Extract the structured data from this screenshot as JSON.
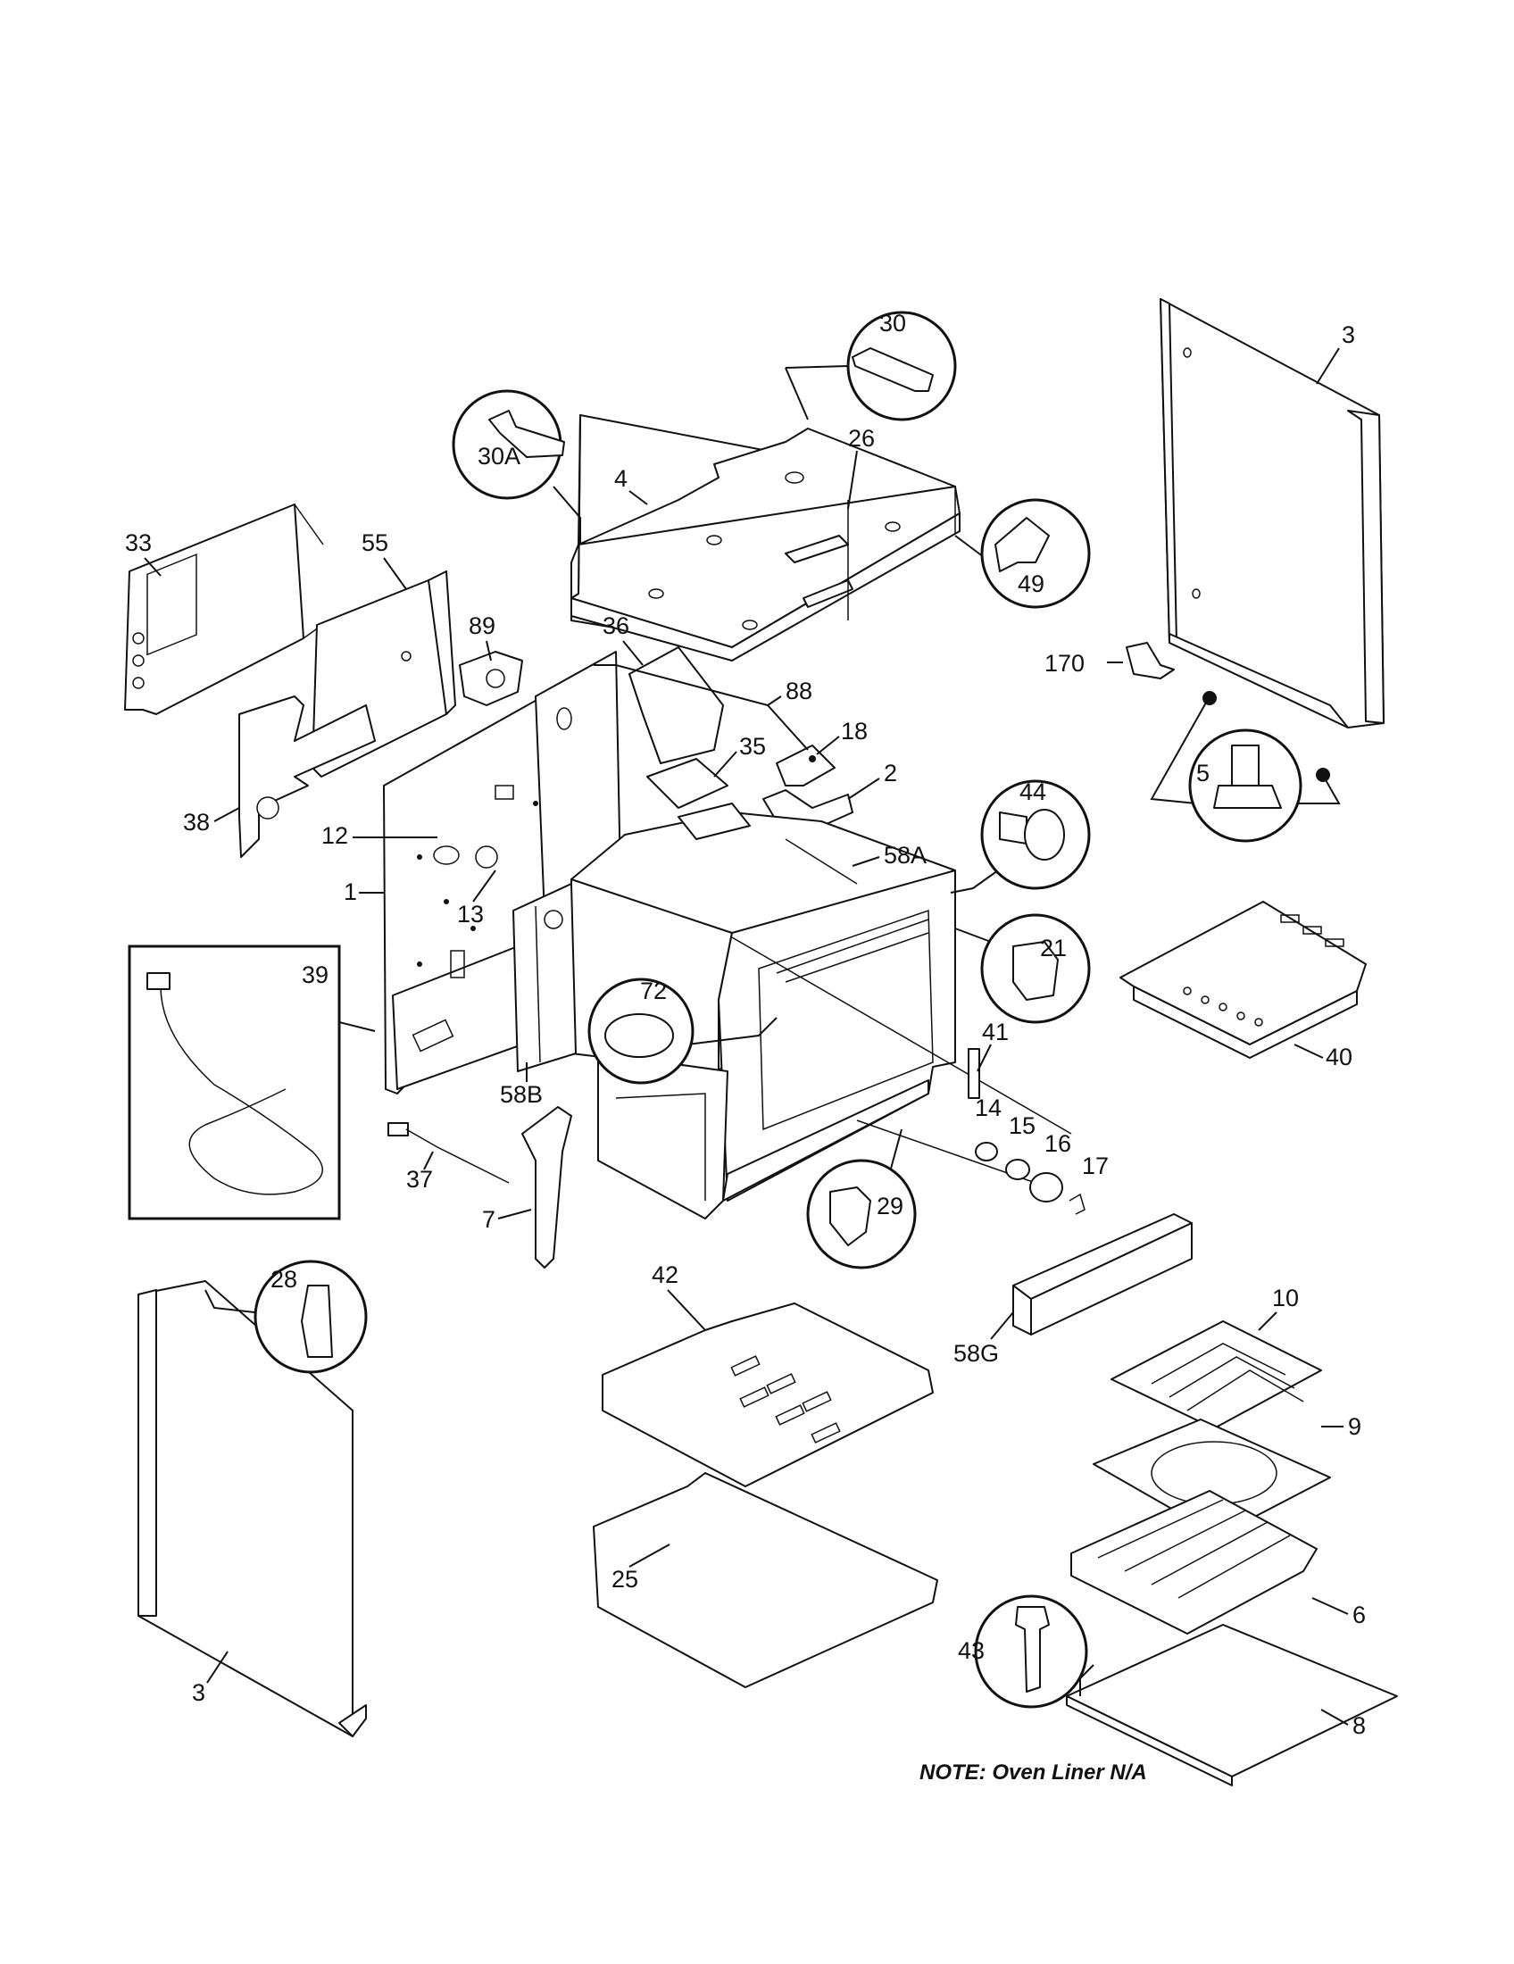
{
  "note": "NOTE: Oven Liner N/A",
  "labels": {
    "p3_right": "3",
    "p3_left": "3",
    "p30": "30",
    "p30a": "30A",
    "p26": "26",
    "p4": "4",
    "p49": "49",
    "p33": "33",
    "p55": "55",
    "p89": "89",
    "p36": "36",
    "p88": "88",
    "p170": "170",
    "p18": "18",
    "p35": "35",
    "p2": "2",
    "p5": "5",
    "p38": "38",
    "p12": "12",
    "p44": "44",
    "p58a": "58A",
    "p1": "1",
    "p13": "13",
    "p21": "21",
    "p39": "39",
    "p72": "72",
    "p41": "41",
    "p40": "40",
    "p58b": "58B",
    "p14": "14",
    "p15": "15",
    "p16": "16",
    "p17": "17",
    "p37": "37",
    "p29": "29",
    "p7": "7",
    "p28": "28",
    "p42": "42",
    "p10": "10",
    "p58g": "58G",
    "p9": "9",
    "p25": "25",
    "p6": "6",
    "p43": "43",
    "p8": "8"
  },
  "colors": {
    "line": "#111111",
    "background": "#ffffff"
  }
}
